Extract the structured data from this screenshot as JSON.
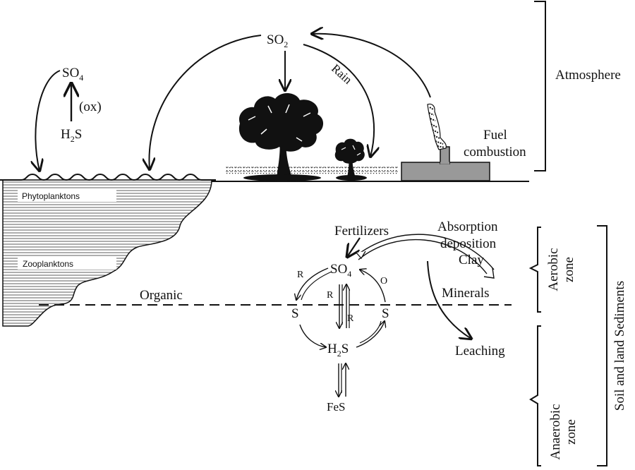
{
  "atmosphere": {
    "so2": {
      "main": "SO",
      "sub": "2"
    },
    "so4": {
      "main": "SO",
      "sub": "4"
    },
    "ox": "(ox)",
    "h2s": {
      "pre": "H",
      "sub": "2",
      "post": "S"
    },
    "rain": "Rain",
    "fuel_line1": "Fuel",
    "fuel_line2": "combustion",
    "bracket_label": "Atmosphere"
  },
  "water": {
    "phytoplankton": "Phytoplanktons",
    "zooplankton": "Zooplanktons",
    "organic": "Organic"
  },
  "soil": {
    "fertilizers": "Fertilizers",
    "absorption": "Absorption",
    "deposition": "deposition",
    "clay": "Clay",
    "minerals": "Minerals",
    "leaching": "Leaching",
    "so4": {
      "main": "SO",
      "sub": "4"
    },
    "s_left": "S",
    "s_right": "S",
    "h2s": {
      "pre": "H",
      "sub": "2",
      "post": "S"
    },
    "fes": "FeS",
    "r_left": "R",
    "r_mid1": "R",
    "r_mid2": "R",
    "o_right": "O",
    "aerobic_line1": "Aerobic",
    "aerobic_line2": "zone",
    "anaerobic_line1": "Anaerobic",
    "anaerobic_line2": "zone",
    "outer_label": "Soil and land Sediments"
  }
}
